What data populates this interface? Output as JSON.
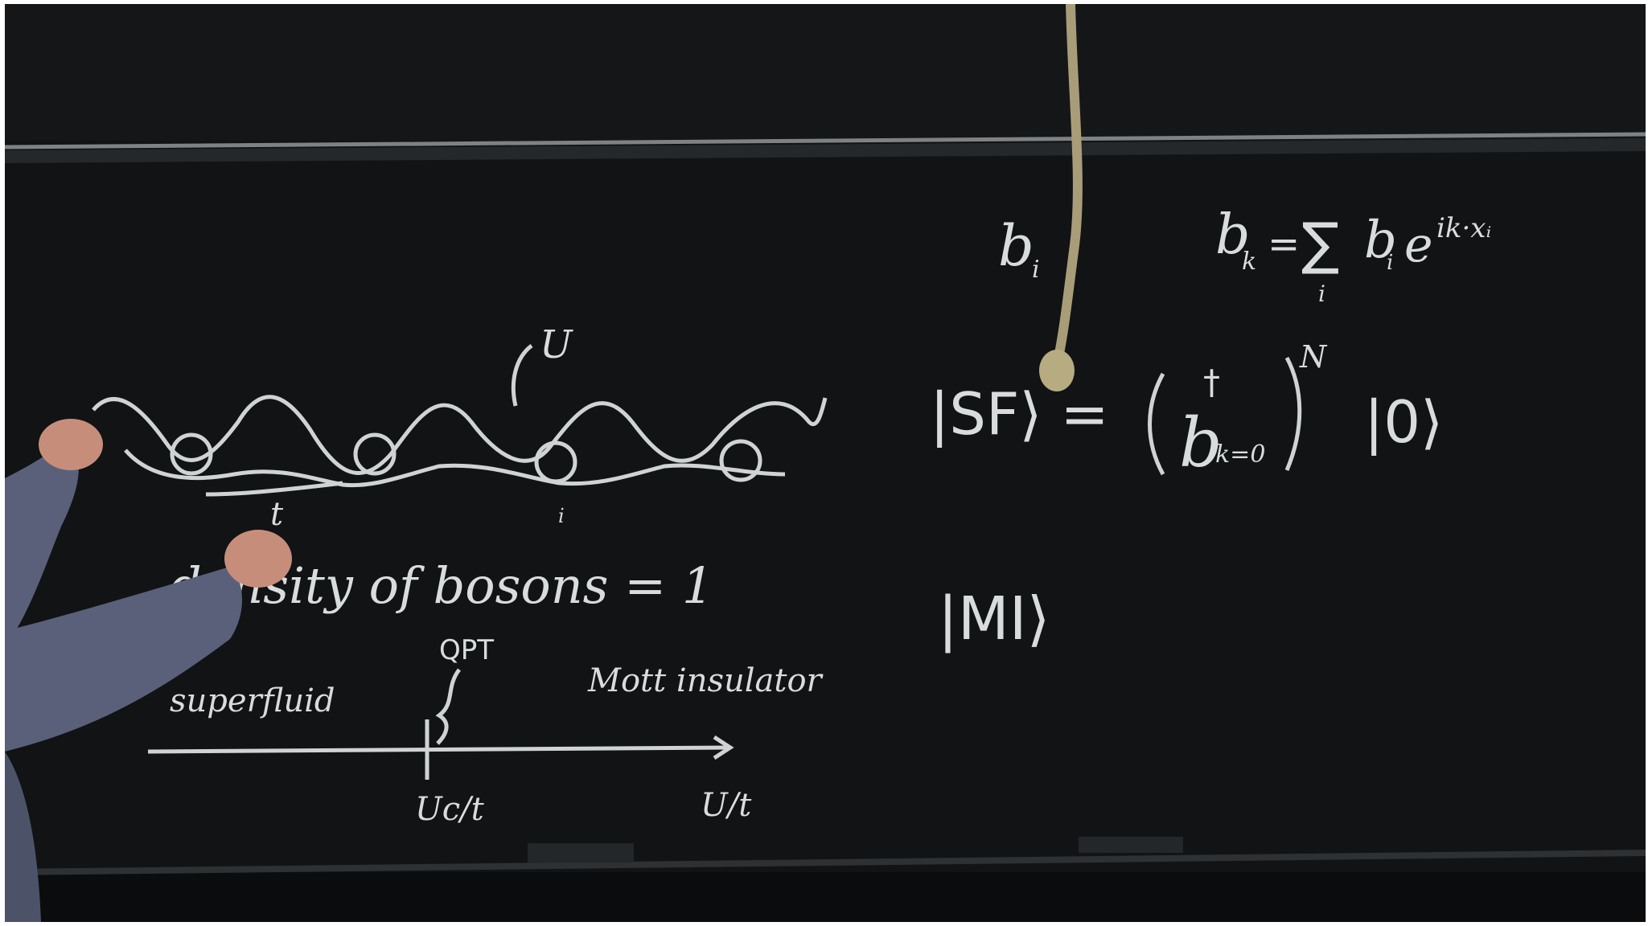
{
  "scene": {
    "description_labels": {
      "mode_b_i": "b",
      "mode_b_i_sub": "i",
      "b_k_lhs": "b",
      "b_k_sub": "k",
      "equals": "=",
      "sum_symbol": "∑",
      "sum_index": "i",
      "b_i_term": "b",
      "b_i_term_sub": "i",
      "exp_base": "e",
      "exp_power": "ik·xᵢ",
      "sf_ket": "|SF⟩ =",
      "b_dagger": "b",
      "dagger": "†",
      "k_zero": "k=0",
      "power_N": "N",
      "vacuum_ket": "|0⟩",
      "mi_ket": "|MI⟩",
      "u_label": "U",
      "t_label": "t",
      "i_label": "i",
      "density_text": "density of bosons = 1",
      "qpt_label": "QPT",
      "mott_label": "Mott insulator",
      "superfluid_label": "superfluid",
      "uc_label": "Uc/t",
      "ut_label": "U/t"
    },
    "colors": {
      "board": "#111315",
      "chalk": "#d9dcdc",
      "rail": "#8e9193",
      "microphone": "#b7ab82",
      "shirt": "#5a6079",
      "skin": "#c68e7a"
    }
  }
}
